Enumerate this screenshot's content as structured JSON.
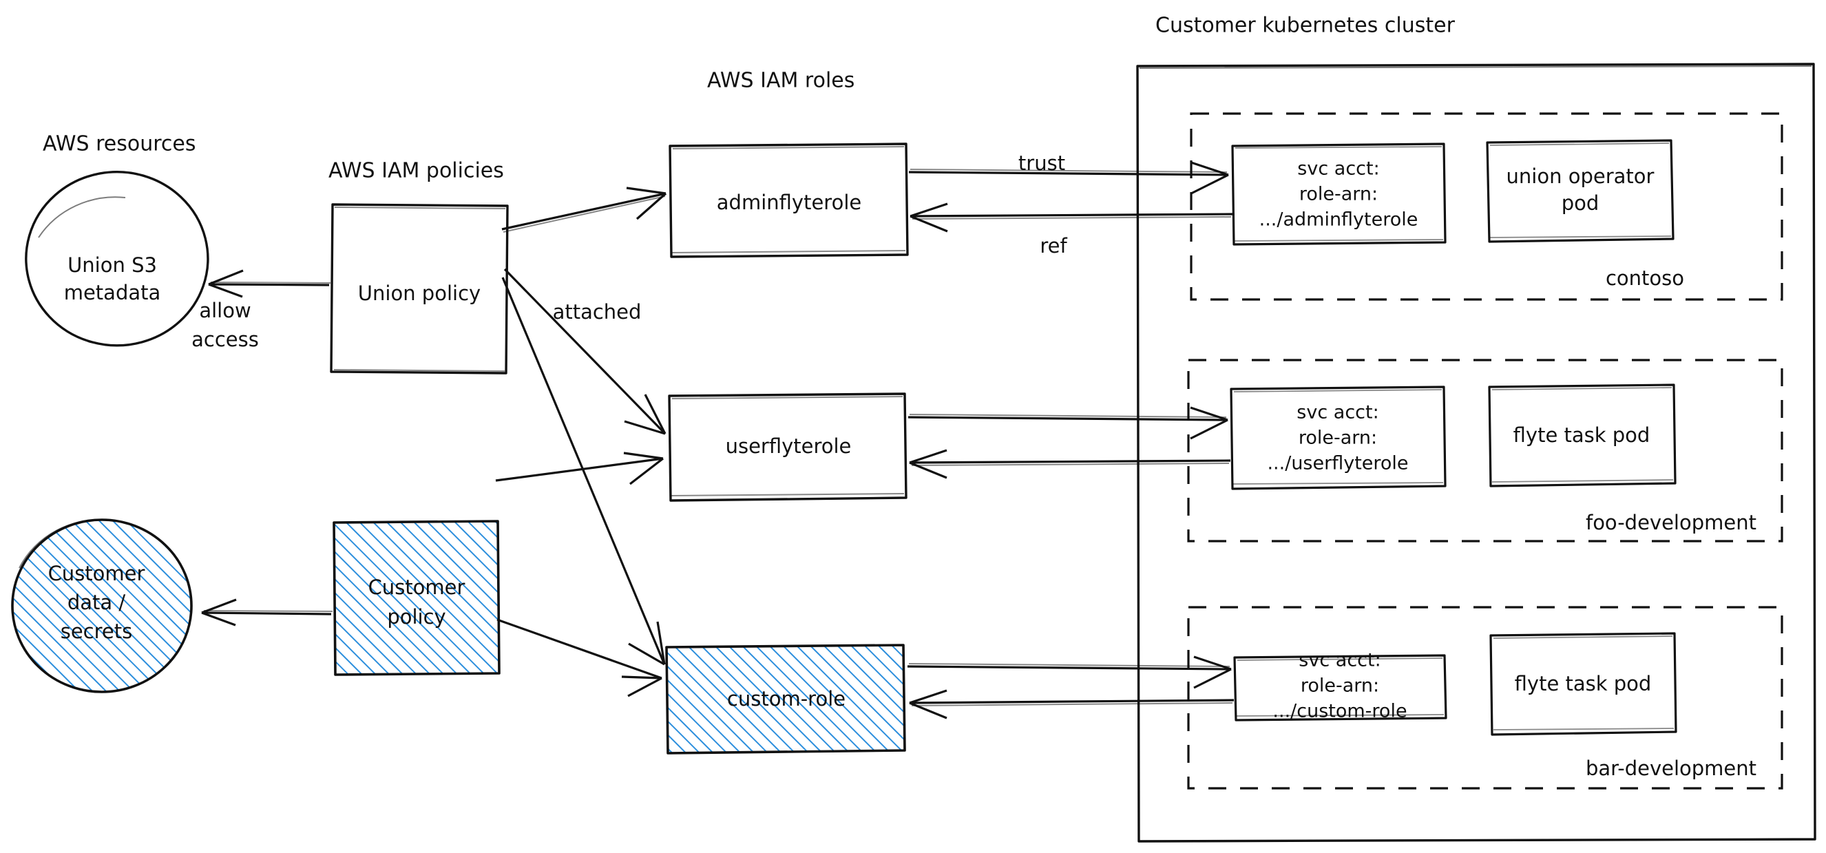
{
  "diagram": {
    "title_groups": {
      "aws_resources": "AWS resources",
      "aws_iam_policies": "AWS IAM policies",
      "aws_iam_roles": "AWS IAM roles",
      "customer_cluster": "Customer kubernetes cluster"
    },
    "resources": [
      {
        "id": "union-s3",
        "line1": "Union S3",
        "line2": "metadata",
        "shape": "ellipse",
        "fill": "none"
      },
      {
        "id": "customer-data",
        "line1": "Customer",
        "line2": "data /",
        "line3": "secrets",
        "shape": "ellipse",
        "fill": "hatch-blue"
      }
    ],
    "policies": [
      {
        "id": "union-policy",
        "label": "Union policy",
        "shape": "rect",
        "fill": "none"
      },
      {
        "id": "customer-policy",
        "line1": "Customer",
        "line2": "policy",
        "shape": "rect",
        "fill": "hatch-blue"
      }
    ],
    "roles": [
      {
        "id": "adminflyterole",
        "label": "adminflyterole",
        "fill": "none"
      },
      {
        "id": "userflyterole",
        "label": "userflyterole",
        "fill": "none"
      },
      {
        "id": "custom-role",
        "label": "custom-role",
        "fill": "hatch-blue"
      }
    ],
    "namespaces": [
      {
        "id": "contoso",
        "name": "contoso",
        "svc_acct": {
          "line1": "svc acct:",
          "line2": "role-arn:",
          "line3": ".../adminflyterole"
        },
        "pod": {
          "line1": "union operator",
          "line2": "pod"
        }
      },
      {
        "id": "foo-development",
        "name": "foo-development",
        "svc_acct": {
          "line1": "svc acct:",
          "line2": "role-arn:",
          "line3": ".../userflyterole"
        },
        "pod": {
          "line1": "flyte task pod",
          "line2": ""
        }
      },
      {
        "id": "bar-development",
        "name": "bar-development",
        "svc_acct": {
          "line1": "svc acct:",
          "line2": "role-arn:",
          "line3": ".../custom-role"
        },
        "pod": {
          "line1": "flyte task pod",
          "line2": ""
        }
      }
    ],
    "edge_labels": {
      "allow_l1": "allow",
      "allow_l2": "access",
      "attached": "attached",
      "trust": "trust",
      "ref": "ref"
    },
    "colors": {
      "stroke": "#111111",
      "hatch": "#2d8fdd",
      "background": "#ffffff"
    }
  }
}
